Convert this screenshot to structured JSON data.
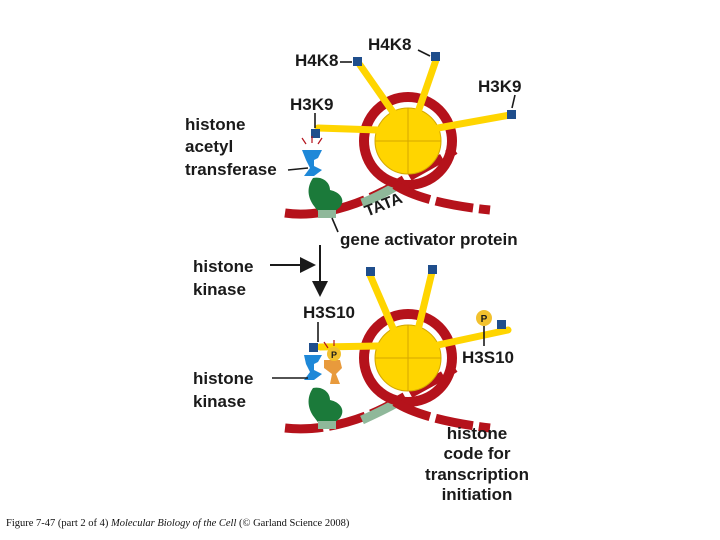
{
  "labels": {
    "h4k8_left": "H4K8",
    "h4k8_right": "H4K8",
    "h3k9_left": "H3K9",
    "h3k9_right": "H3K9",
    "histone_acetyl_transferase": [
      "histone",
      "acetyl",
      "transferase"
    ],
    "tata": "TATA",
    "gene_activator_protein": "gene activator protein",
    "histone_kinase_top": [
      "histone",
      "kinase"
    ],
    "histone_kinase_bottom": [
      "histone",
      "kinase"
    ],
    "h3s10_left": "H3S10",
    "h3s10_right": "H3S10",
    "phospho_mark": "P",
    "histone_code": [
      "histone",
      "code for",
      "transcription",
      "initiation"
    ]
  },
  "caption": {
    "prefix": "Figure 7-47 (part 2 of 4) ",
    "title": "Molecular Biology of the Cell",
    "suffix": " (© Garland Science 2008)"
  },
  "colors": {
    "dna": "#b5121b",
    "histone_core": "#ffd500",
    "histone_tail": "#ffd500",
    "acetyl_mark": "#1f4e8c",
    "hat_enzyme": "#1e88d8",
    "kinase_enzyme": "#e89a3c",
    "activator": "#1b7a3a",
    "tata_box": "#8fb89a",
    "phosphate": "#f2c12e"
  }
}
